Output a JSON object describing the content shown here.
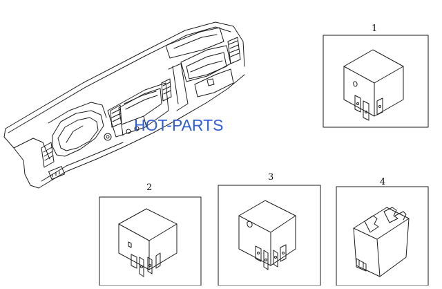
{
  "callouts": {
    "c1": "1",
    "c2": "2",
    "c3": "3",
    "c4": "4"
  },
  "watermark": "HOT-PARTS",
  "colors": {
    "line": "#1a1a1a",
    "watermark": "#2f5fd0",
    "background": "#ffffff"
  }
}
